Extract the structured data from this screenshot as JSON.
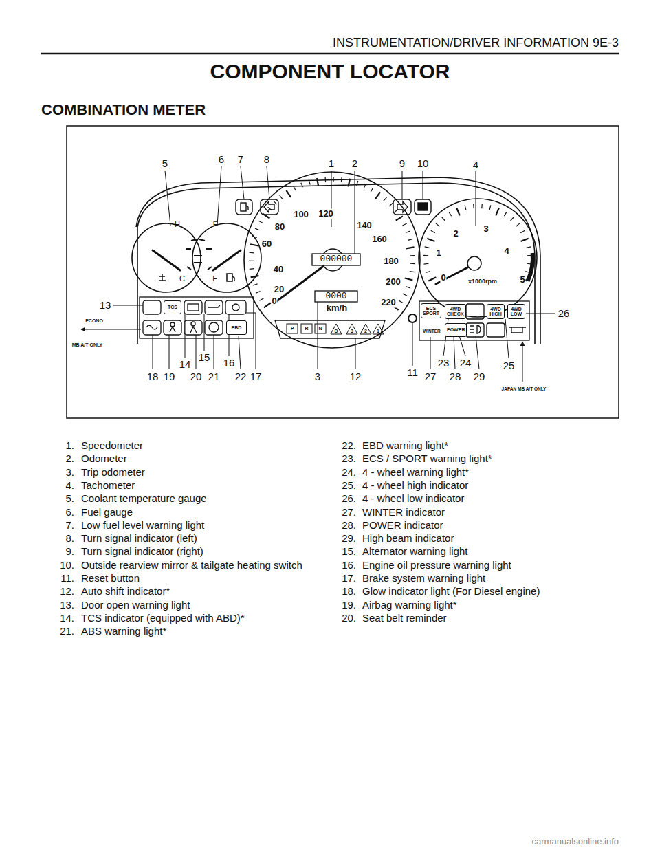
{
  "diagram": {
    "title": "COMPONENT LOCATOR",
    "nodes": [
      {
        "text": [
          "TCS"
        ]
      },
      {
        "text": [
          "EBD"
        ]
      },
      {
        "text": [
          "ECS SPORT"
        ]
      },
      {
        "text": [
          "4WD CHECK"
        ]
      },
      {
        "text": [
          "4WD HIGH"
        ]
      },
      {
        "text": [
          "4WD LOW"
        ]
      },
      {
        "text": [
          "POWER"
        ]
      }
    ],
    "labels": [
      "INSTRUMENTATION/DRIVER INFORMATION 9E-3",
      "COMBINATION METER",
      "1",
      "2",
      "3",
      "4",
      "5",
      "6",
      "7",
      "8",
      "9",
      "10",
      "11",
      "12",
      "13",
      "14",
      "15",
      "16",
      "17",
      "18",
      "19",
      "20",
      "21",
      "22",
      "23",
      "24",
      "25",
      "26",
      "27",
      "28",
      "29",
      "0",
      "20",
      "40",
      "60",
      "80",
      "100",
      "120",
      "140",
      "160",
      "180",
      "200",
      "220",
      "km/h",
      "000000",
      "0000",
      "0",
      "1",
      "2",
      "3",
      "4",
      "5",
      "x1000rpm",
      "H",
      "C",
      "F",
      "E",
      "P",
      "R",
      "N",
      "D",
      "3",
      "2",
      "1",
      "ECONO",
      "MB A/T ONLY",
      "WINTER",
      "JAPAN MB A/T ONLY",
      "1.",
      "Speedometer",
      "2.",
      "Odometer",
      "3.",
      "Trip odometer",
      "4.",
      "Tachometer",
      "5.",
      "Coolant temperature gauge",
      "6.",
      "Fuel gauge",
      "7.",
      "Low fuel level warning light",
      "8.",
      "Turn signal indicator (left)",
      "9.",
      "Turn signal indicator (right)",
      "10.",
      "Outside rearview mirror & tailgate heating switch",
      "11.",
      "Reset button",
      "12.",
      "Auto shift indicator*",
      "13.",
      "Door open warning light",
      "14.",
      "TCS indicator (equipped with ABD)*",
      "21.",
      "ABS warning light*",
      "22.",
      "EBD warning light*",
      "23.",
      "ECS / SPORT warning light*",
      "24.",
      "4 - wheel warning light*",
      "25.",
      "4 - wheel high indicator",
      "26.",
      "4 - wheel low indicator",
      "27.",
      "WINTER indicator",
      "28.",
      "POWER indicator",
      "29.",
      "High beam indicator",
      "15.",
      "Alternator warning light",
      "16.",
      "Engine oil pressure warning light",
      "17.",
      "Brake system warning light",
      "18.",
      "Glow indicator light (For Diesel engine)",
      "19.",
      "Airbag warning light*",
      "20.",
      "Seat belt reminder",
      "carmanualsonline.info"
    ]
  }
}
